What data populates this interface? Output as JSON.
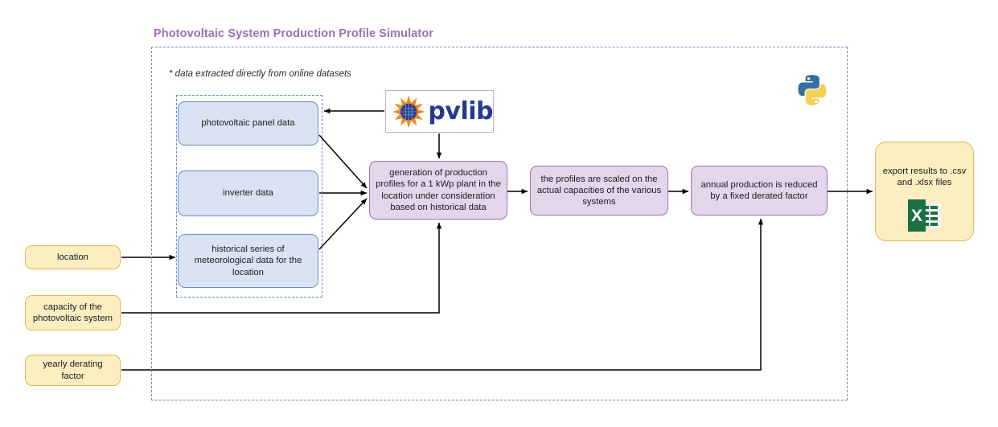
{
  "diagram": {
    "title": "Photovoltaic System Production Profile Simulator",
    "note": "* data extracted directly from online datasets",
    "colors": {
      "title": "#9a71b5",
      "outer_frame": "#9a71b5",
      "inner_frame": "#5b8ac9",
      "data_box_fill": "#dae3f3",
      "data_box_border": "#6a8dc4",
      "process_box_fill": "#e3d5ea",
      "process_box_border": "#9a74b0",
      "input_box_fill": "#fdeec2",
      "input_box_border": "#e0b84e",
      "edge": "#000000",
      "pvlib_word": "#253a8e",
      "pvlib_sun": "#f28a1e",
      "excel_green": "#1d7044",
      "python_blue": "#376f9e",
      "python_yellow": "#f5d154"
    }
  },
  "data_sources": [
    {
      "id": "panel-data",
      "label": "photovoltaic panel data"
    },
    {
      "id": "inverter-data",
      "label": "inverter data"
    },
    {
      "id": "historical-data",
      "label": "historical series of meteorological data for the location"
    }
  ],
  "process_steps": [
    {
      "id": "generation",
      "label": "generation of production profiles for a 1 kWp plant in the location under consideration based on historical data"
    },
    {
      "id": "scaling",
      "label": "the profiles are scaled on the actual capacities of the various systems"
    },
    {
      "id": "derating",
      "label": "annual production is reduced by a fixed derated factor"
    }
  ],
  "inputs": [
    {
      "id": "location",
      "label": "location"
    },
    {
      "id": "capacity",
      "label": "capacity of the photovoltaic system"
    },
    {
      "id": "derating-factor",
      "label": "yearly derating factor"
    }
  ],
  "output": {
    "id": "export",
    "label": "export results to .csv and .xlsx files",
    "icon": "excel-icon"
  },
  "libraries": [
    {
      "id": "pvlib",
      "wordmark": "pvlib",
      "icon": "pvlib-sun-icon"
    },
    {
      "id": "python",
      "icon": "python-logo-icon"
    }
  ]
}
